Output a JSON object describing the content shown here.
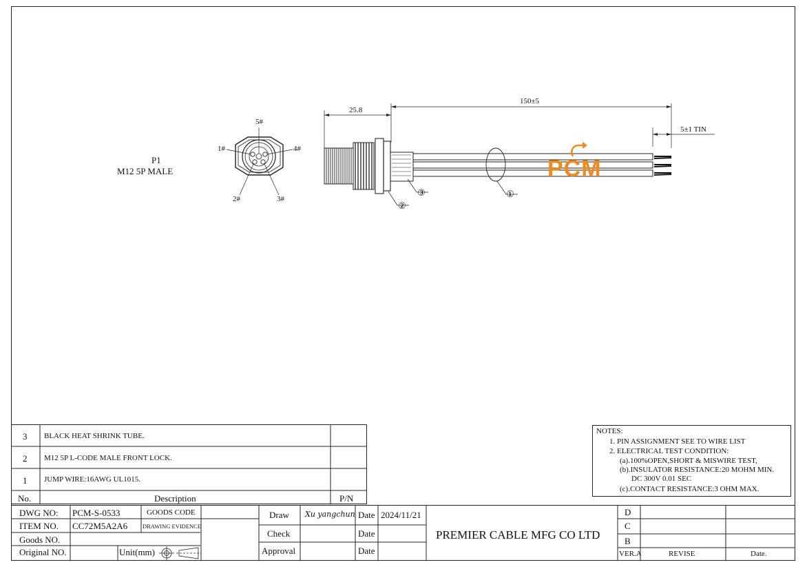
{
  "connector_view": {
    "name": "P1",
    "type": "M12 5P MALE",
    "pins": [
      "1#",
      "2#",
      "3#",
      "4#",
      "5#"
    ]
  },
  "dimensions": {
    "body_length": "25.8",
    "cable_length": "150±5",
    "strip_length": "5±1 TIN"
  },
  "callouts": [
    "①",
    "②",
    "③"
  ],
  "logo": {
    "text": "PCM",
    "color": "#f08a1c"
  },
  "bom": {
    "rows": [
      {
        "no": "3",
        "description": "BLACK HEAT SHRINK TUBE.",
        "pn": ""
      },
      {
        "no": "2",
        "description": "M12 5P L-CODE MALE FRONT LOCK.",
        "pn": ""
      },
      {
        "no": "1",
        "description": "JUMP WIRE:16AWG UL1015.",
        "pn": ""
      }
    ],
    "header": {
      "no": "No.",
      "description": "Description",
      "pn": "P/N"
    }
  },
  "notes": {
    "title": "NOTES:",
    "lines": [
      "1.  PIN ASSIGNMENT SEE TO WIRE LIST",
      "2.  ELECTRICAL TEST CONDITION:",
      "(a).100%OPEN,SHORT & MISWIRE TEST,",
      "(b).INSULATOR RESISTANCE:20 MOHM MIN.",
      "DC 300V 0.01 SEC",
      "(c).CONTACT RESISTANCE:3 OHM MAX."
    ]
  },
  "title_block": {
    "dwg_no_label": "DWG NO:",
    "dwg_no": "PCM-S-0533",
    "goods_code_label": "GOODS CODE",
    "item_no_label": "ITEM NO.",
    "item_no": "CC72M5A2A6",
    "drawing_evidence_label": "DRAWING EVIDENCE",
    "goods_no_label": "Goods NO.",
    "original_no_label": "Original NO.",
    "unit_label": "Unit(mm)",
    "draw_label": "Draw",
    "draw_signature": "Xu yangchun",
    "date_label": "Date",
    "draw_date": "2024/11/21",
    "check_label": "Check",
    "approval_label": "Approval",
    "company": "PREMIER CABLE MFG CO LTD",
    "revisions": [
      "D",
      "C",
      "B",
      "VER.A"
    ],
    "revise_label": "REVISE",
    "rev_date_label": "Date."
  }
}
